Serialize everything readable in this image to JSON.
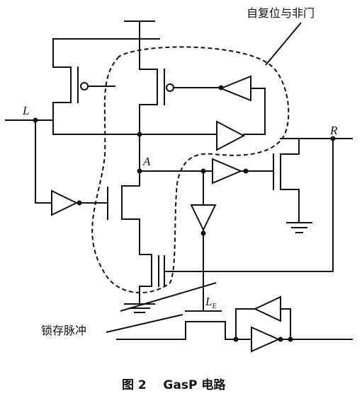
{
  "labels": {
    "node_L": "L",
    "node_R": "R",
    "node_A": "A",
    "node_LE": "L",
    "node_LE_sub": "E",
    "self_reset_nand": "自复位与非门",
    "latch_pulse": "锁存脉冲"
  },
  "caption": "图 2    GasP 电路"
}
